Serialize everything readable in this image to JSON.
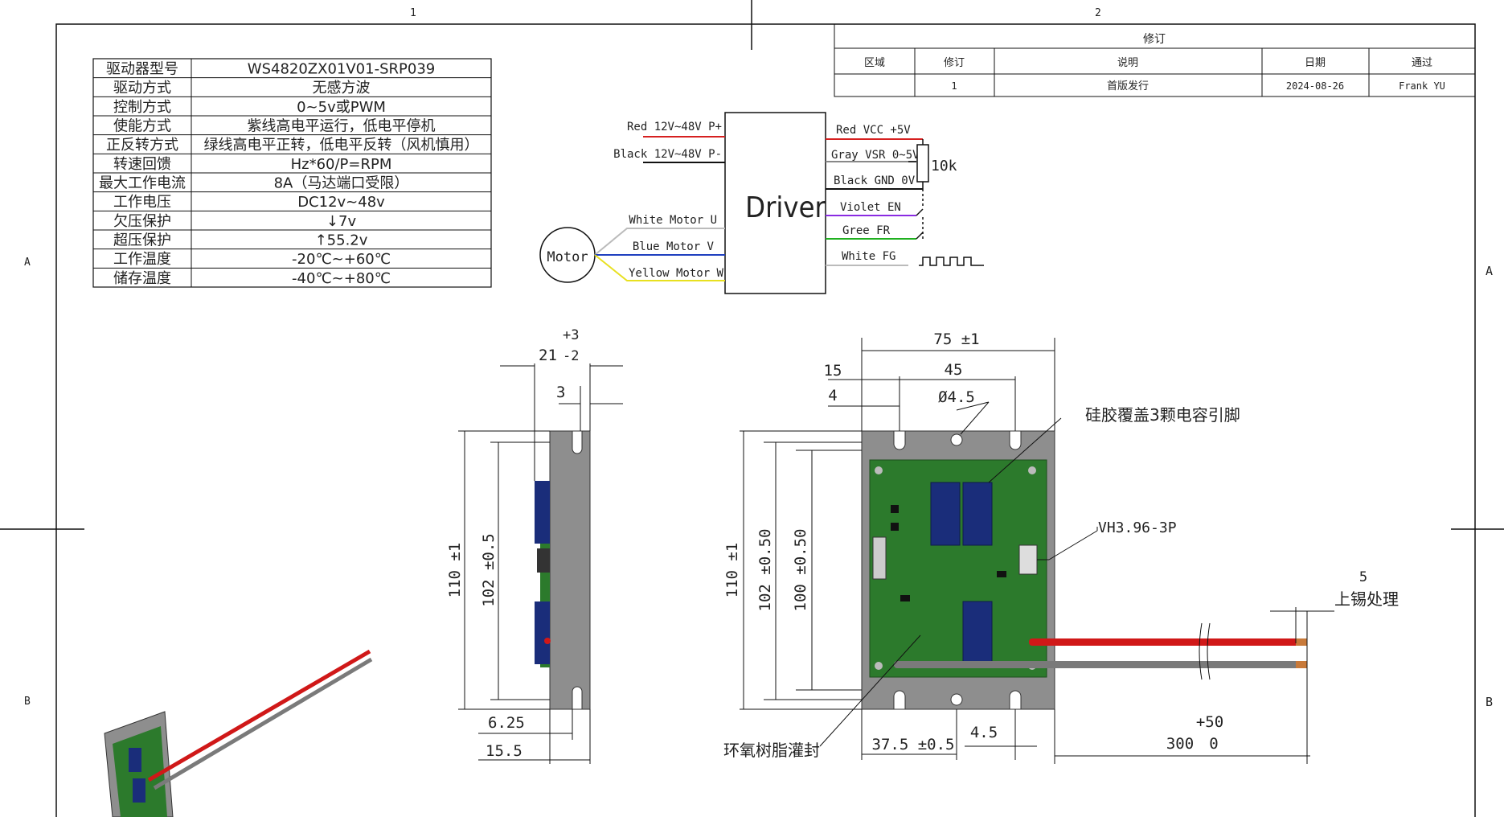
{
  "sheet": {
    "zone_cols": [
      "1",
      "2"
    ],
    "zone_rows": [
      "A",
      "B"
    ]
  },
  "revision_block": {
    "title": "修订",
    "headers": [
      "区域",
      "修订",
      "说明",
      "日期",
      "通过"
    ],
    "rows": [
      [
        "",
        "1",
        "首版发行",
        "2024-08-26",
        "Frank YU"
      ]
    ]
  },
  "spec_table": {
    "rows": [
      [
        "驱动器型号",
        "WS4820ZX01V01-SRP039"
      ],
      [
        "驱动方式",
        "无感方波"
      ],
      [
        "控制方式",
        "0~5v或PWM"
      ],
      [
        "使能方式",
        "紫线高电平运行，低电平停机"
      ],
      [
        "正反转方式",
        "绿线高电平正转，低电平反转（风机慎用）"
      ],
      [
        "转速回馈",
        "Hz*60/P=RPM"
      ],
      [
        "最大工作电流",
        "8A（马达端口受限）"
      ],
      [
        "工作电压",
        "DC12v~48v"
      ],
      [
        "欠压保护",
        "↓7v"
      ],
      [
        "超压保护",
        "↑55.2v"
      ],
      [
        "工作温度",
        "-20℃~+60℃"
      ],
      [
        "储存温度",
        "-40℃~+80℃"
      ]
    ]
  },
  "wiring": {
    "driver_label": "Driver",
    "motor_label": "Motor",
    "power_in": [
      {
        "label": "Red 12V~48V P+",
        "color": "#d62020"
      },
      {
        "label": "Black 12V~48V P-",
        "color": "#111111"
      }
    ],
    "motor_wires": [
      {
        "label": "White Motor U",
        "color": "#bbbbbb"
      },
      {
        "label": "Blue Motor V",
        "color": "#1f3fbf"
      },
      {
        "label": "Yellow Motor W",
        "color": "#e8e020"
      }
    ],
    "control_wires": [
      {
        "label": "Red VCC +5V",
        "color": "#d62020"
      },
      {
        "label": "Gray VSR 0~5V",
        "color": "#888888"
      },
      {
        "label": "Black GND 0V",
        "color": "#111111"
      },
      {
        "label": "Violet EN",
        "color": "#8a2be2"
      },
      {
        "label": "Gree FR",
        "color": "#20b020"
      },
      {
        "label": "White FG",
        "color": "#bbbbbb"
      }
    ],
    "pot_label": "10k"
  },
  "side_view_dims": {
    "width_main": "21",
    "width_tol_plus": "+3",
    "width_tol_minus": "-2",
    "flange": "3",
    "height_outer": "110 ±1",
    "height_inner": "102 ±0.5",
    "bottom_a": "6.25",
    "bottom_b": "15.5"
  },
  "front_view_dims": {
    "width_total": "75 ±1",
    "hole_offset_a": "15",
    "hole_offset_b": "4",
    "hole_spacing": "45",
    "hole_dia": "Ø4.5",
    "height_outer": "110 ±1",
    "height_b": "102 ±0.50",
    "height_c": "100 ±0.50",
    "bottom_width": "37.5 ±0.5",
    "bottom_gap": "4.5",
    "cable_len": "300",
    "cable_tol_plus": "+50",
    "cable_tol_minus": "0",
    "strip_len": "5"
  },
  "callouts": {
    "silicone": "硅胶覆盖3颗电容引脚",
    "connector": "VH3.96-3P",
    "tinning": "上锡处理",
    "epoxy": "环氧树脂灌封"
  },
  "colors": {
    "pcb_green": "#2c7a2c",
    "housing_gray": "#8e8e8e",
    "capacitor_blue": "#1a2d7a",
    "cable_red": "#d01818",
    "cable_gray": "#7a7a7a"
  }
}
